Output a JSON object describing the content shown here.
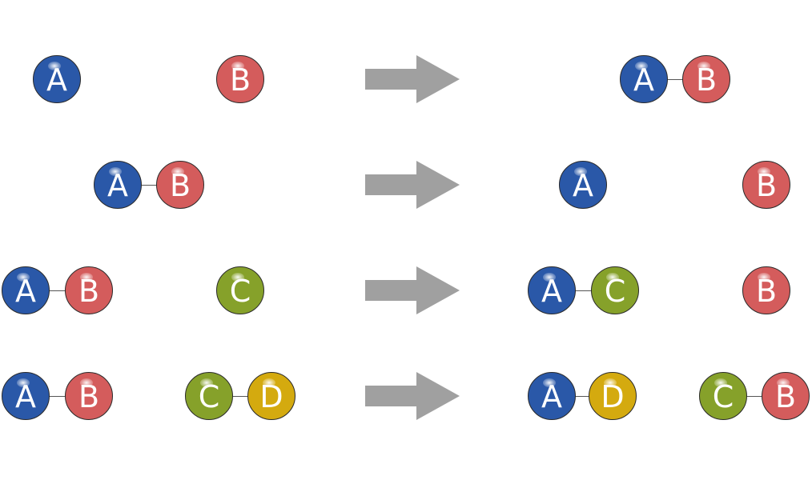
{
  "colors": {
    "A": "#2a58a8",
    "B": "#d45c5c",
    "C": "#86a12a",
    "D": "#d4aa0f",
    "arrow": "#a0a0a0"
  },
  "reactions": [
    {
      "before": [
        "A",
        "B"
      ],
      "after": [
        "A",
        "B"
      ]
    },
    {
      "before": [
        "A",
        "B"
      ],
      "after": [
        "A",
        "B"
      ]
    },
    {
      "before": [
        "A",
        "B",
        "C"
      ],
      "after": [
        "A",
        "C",
        "B"
      ]
    },
    {
      "before": [
        "A",
        "B",
        "C",
        "D"
      ],
      "after": [
        "A",
        "D",
        "C",
        "B"
      ]
    }
  ]
}
